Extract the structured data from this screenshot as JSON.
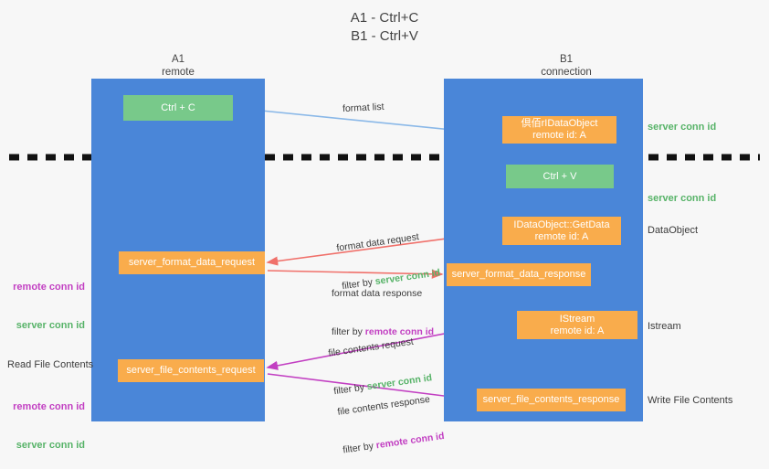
{
  "title": "A1 - Ctrl+C\nB1 - Ctrl+V",
  "colors": {
    "lane": "#4a86d8",
    "orange": "#f9ac4c",
    "green_box": "#78c98a",
    "server_conn": "#57b368",
    "remote_conn": "#c23fc2",
    "background": "#f7f7f7"
  },
  "columns": {
    "left": {
      "header": "A1\nremote"
    },
    "right": {
      "header": "B1\nconnection"
    }
  },
  "boxes": {
    "ctrl_c": "Ctrl + C",
    "ctrl_v": "Ctrl + V",
    "ole_set_clipboard": "倶佰rIDataObject\nremote id: A",
    "get_data": "IDataObject::GetData\nremote id: A",
    "istream": "IStream\nremote id: A",
    "format_data_request": "server_format_data_request",
    "format_data_response": "server_format_data_response",
    "file_contents_request": "server_file_contents_request",
    "file_contents_response": "server_file_contents_response"
  },
  "flows": {
    "format_list": "format list",
    "format_data_request": {
      "line1": "format data request",
      "prefix": "filter by ",
      "filter": "server conn id"
    },
    "format_data_response": {
      "line1": "format data response",
      "prefix": "filter by ",
      "filter": "remote conn id"
    },
    "file_contents_request": {
      "line1": "file contents request",
      "prefix": "filter by ",
      "filter": "server conn id"
    },
    "file_contents_response": {
      "line1": "file contents response",
      "prefix": "filter by ",
      "filter": "remote conn id"
    }
  },
  "annotations": {
    "server_conn_top": "server conn id",
    "server_conn_mid": "server conn id",
    "data_object": "DataObject",
    "istream": "Istream",
    "write_file_contents": "Write File Contents",
    "read_file_contents": "Read File Contents",
    "remote_conn_id": "remote conn id",
    "server_conn_id": "server conn id"
  }
}
